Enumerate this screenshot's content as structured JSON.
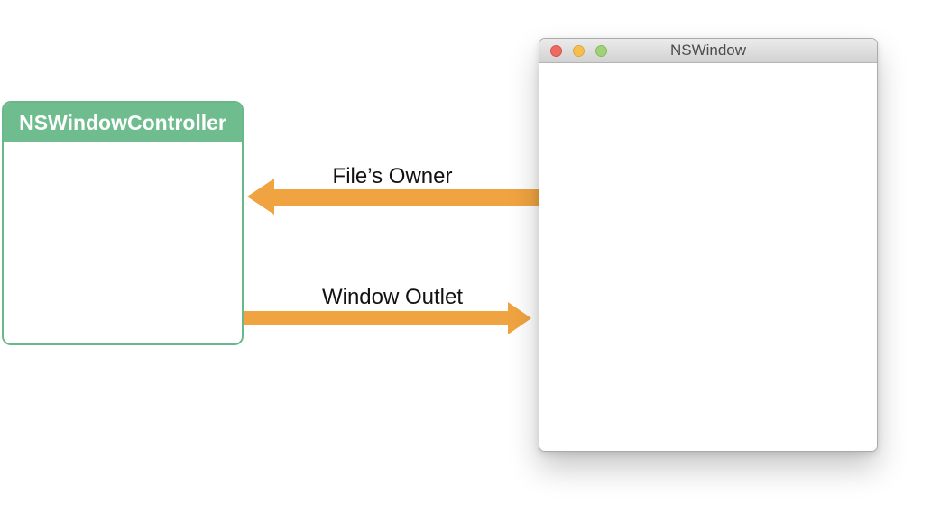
{
  "controller": {
    "title": "NSWindowController"
  },
  "window": {
    "title": "NSWindow",
    "traffic_lights": [
      {
        "icon": "close-button",
        "color": "#ed6a5f"
      },
      {
        "icon": "minimize-button",
        "color": "#f5bf4f"
      },
      {
        "icon": "zoom-button",
        "color": "#a0d277"
      }
    ]
  },
  "arrows": [
    {
      "label": "File’s Owner",
      "direction": "left",
      "from": "NSWindow",
      "to": "NSWindowController"
    },
    {
      "label": "Window Outlet",
      "direction": "right",
      "from": "NSWindowController",
      "to": "NSWindow"
    }
  ],
  "colors": {
    "box_green": "#6fbd8f",
    "box_border_green": "#69b88c",
    "arrow_orange": "#f0a441",
    "titlebar_top": "#ebebeb",
    "titlebar_bottom": "#d2d2d2",
    "title_text": "#4c4c4c",
    "label_text": "#121212"
  }
}
